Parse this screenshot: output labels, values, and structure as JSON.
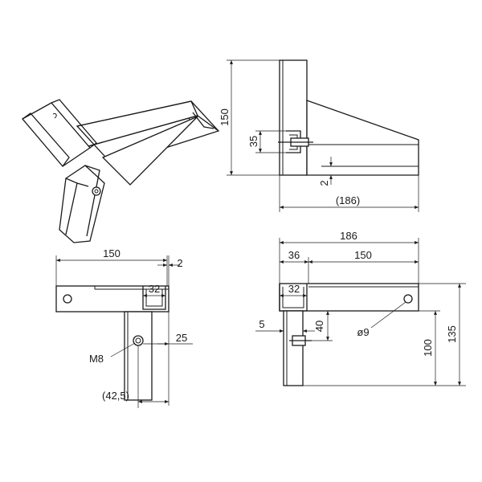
{
  "dimensions": {
    "side_height": "150",
    "side_channel": "35",
    "side_gap": "2",
    "side_length": "(186)",
    "top_width": "150",
    "top_gap": "2",
    "top_channel": "32",
    "top_offset": "25",
    "top_thread": "M8",
    "top_offset2": "(42,5)",
    "front_total": "186",
    "front_left": "36",
    "front_right": "150",
    "front_channel": "32",
    "front_5": "5",
    "front_40": "40",
    "front_hole": "ø9",
    "front_100": "100",
    "front_135": "135"
  }
}
